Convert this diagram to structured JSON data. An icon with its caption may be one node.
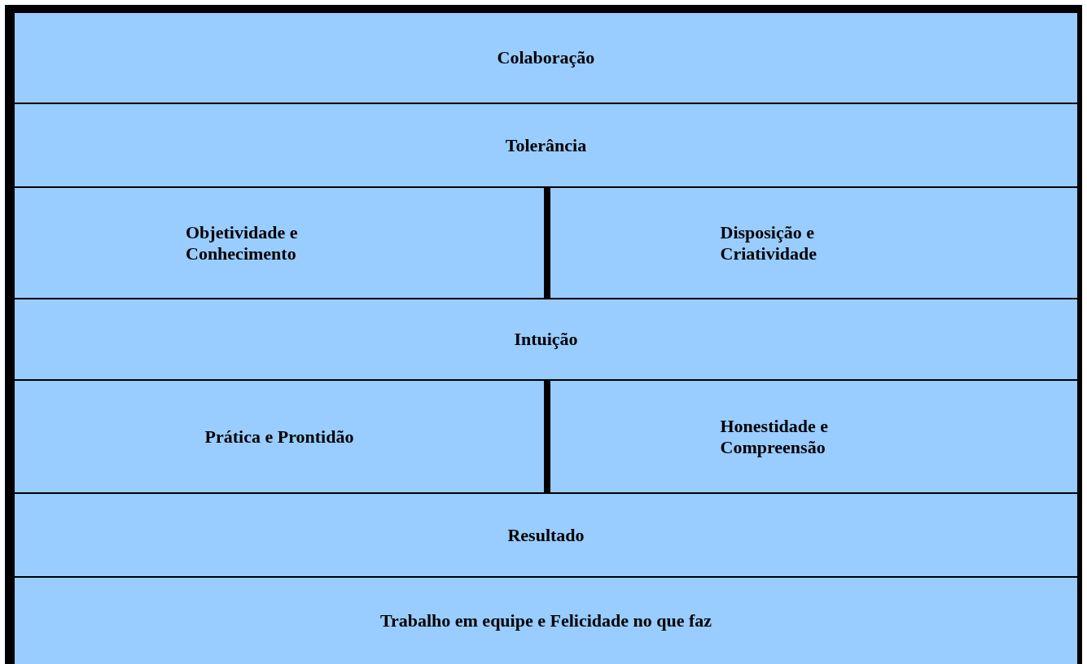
{
  "diagram": {
    "nodes": [
      {
        "text": [
          "Colaboração"
        ]
      },
      {
        "text": [
          "Tolerância"
        ]
      },
      {
        "text": [
          "Objetividade e Conhecimento"
        ]
      },
      {
        "text": [
          "Disposição e Criatividade"
        ]
      },
      {
        "text": [
          "Intuição"
        ]
      },
      {
        "text": [
          "Prática e Prontidão"
        ]
      },
      {
        "text": [
          "Honestidade e Compreensão"
        ]
      },
      {
        "text": [
          "Resultado"
        ]
      },
      {
        "text": [
          "Trabalho em equipe e Felicidade no que faz"
        ]
      }
    ]
  }
}
